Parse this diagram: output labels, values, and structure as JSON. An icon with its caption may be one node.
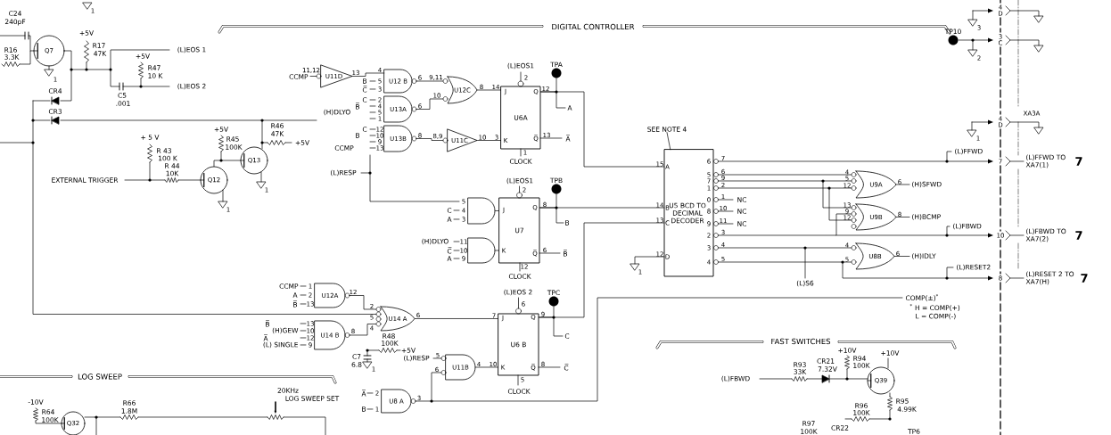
{
  "diagram": {
    "nodes": [
      {
        "text": [
          "Q7"
        ]
      },
      {
        "text": [
          "Q12"
        ]
      },
      {
        "text": [
          "Q13"
        ]
      },
      {
        "text": [
          "U11D"
        ]
      },
      {
        "text": [
          "U12 B"
        ]
      },
      {
        "text": [
          "U13A"
        ]
      },
      {
        "text": [
          "U13B"
        ]
      },
      {
        "text": [
          "U12C"
        ]
      },
      {
        "text": [
          "U11C"
        ]
      },
      {
        "text": [
          "U6A"
        ]
      },
      {
        "text": [
          "TPA"
        ]
      },
      {
        "text": [],
        "shape": "gate"
      },
      {
        "text": [],
        "shape": "gate"
      },
      {
        "text": [
          "U7"
        ]
      },
      {
        "text": [
          "TPB"
        ]
      },
      {
        "text": [
          "U5 BCD TO DECIMAL DECODER"
        ]
      },
      {
        "text": [
          "U12A"
        ]
      },
      {
        "text": [
          "U14 B"
        ]
      },
      {
        "text": [
          "U14 A"
        ]
      },
      {
        "text": [
          "U6 B"
        ]
      },
      {
        "text": [
          "TPC"
        ]
      },
      {
        "text": [
          "U11B"
        ]
      },
      {
        "text": [
          "U8 A"
        ]
      },
      {
        "text": [
          "U9A"
        ]
      },
      {
        "text": [
          "U9B"
        ]
      },
      {
        "text": [
          "U8B"
        ]
      },
      {
        "text": [
          "TP10"
        ]
      },
      {
        "text": [
          "Q39"
        ]
      },
      {
        "text": [
          "Q32"
        ]
      },
      {
        "text": [
          "SEE NOTE 4"
        ]
      }
    ],
    "edges": [
      {
        "from": 4,
        "to": 7,
        "arrow": "none"
      },
      {
        "from": 5,
        "to": 7,
        "arrow": "none"
      },
      {
        "from": 6,
        "to": 8,
        "arrow": "none"
      },
      {
        "from": 7,
        "to": 9,
        "arrow": "none"
      },
      {
        "from": 8,
        "to": 9,
        "arrow": "none"
      },
      {
        "from": 9,
        "to": 10,
        "arrow": "none"
      },
      {
        "from": 9,
        "to": 15,
        "arrow": "none"
      },
      {
        "from": 11,
        "to": 13,
        "arrow": "none"
      },
      {
        "from": 12,
        "to": 13,
        "arrow": "none"
      },
      {
        "from": 13,
        "to": 14,
        "arrow": "none"
      },
      {
        "from": 13,
        "to": 15,
        "arrow": "none"
      },
      {
        "from": 16,
        "to": 18,
        "arrow": "none"
      },
      {
        "from": 17,
        "to": 18,
        "arrow": "none"
      },
      {
        "from": 18,
        "to": 19,
        "arrow": "none"
      },
      {
        "from": 21,
        "to": 19,
        "arrow": "none"
      },
      {
        "from": 22,
        "to": 21,
        "arrow": "none"
      },
      {
        "from": 19,
        "to": 20,
        "arrow": "none"
      },
      {
        "from": 19,
        "to": 15,
        "arrow": "none"
      },
      {
        "from": 15,
        "to": 23,
        "arrow": "none"
      },
      {
        "from": 15,
        "to": 24,
        "arrow": "none"
      },
      {
        "from": 15,
        "to": 25,
        "arrow": "none"
      },
      {
        "from": 1,
        "to": 2,
        "arrow": "none"
      },
      {
        "from": 29,
        "to": 15,
        "arrow": "none"
      },
      {
        "from": 3,
        "to": 4,
        "arrow": "none"
      },
      {
        "from": 15,
        "to": 25,
        "arrow": "none"
      }
    ],
    "labels": [
      "C24",
      "240pF",
      "R16",
      "3.3K",
      "+5V",
      "R17",
      "47K",
      "(L)EOS 1",
      "+5V",
      "R47",
      "10 K",
      "(L)EOS 2",
      "C5",
      ".001",
      "CR4",
      "CR3",
      "+ 5 V",
      "R 43",
      "100 K",
      "R 44",
      "10K",
      "EXTERNAL TRIGGER",
      "+5V",
      "R45",
      "100K",
      "R46",
      "47K",
      "+5V",
      "DIGITAL CONTROLLER",
      "11,12",
      "13",
      "4",
      "CCMP",
      "6",
      "9,11",
      "B",
      "5",
      "8",
      "C̅",
      "3",
      "10",
      "C",
      "2",
      "B̅",
      "4",
      "6",
      "(H)DLYO",
      "5",
      "1",
      "C",
      "12",
      "B",
      "10",
      "8",
      "8,9",
      "10",
      "9",
      "CCMP",
      "13",
      "(L)RESP",
      "(L)EOS1",
      "2",
      "14",
      "12",
      "J",
      "Q",
      "A",
      "3",
      "13",
      "K",
      "Q̅",
      "A̅",
      "1",
      "CLOCK",
      "15",
      "A",
      "14",
      "B",
      "13",
      "C",
      "12",
      "D",
      "(L)EOS1",
      "2",
      "5",
      "8",
      "Q",
      "C",
      "4",
      "J",
      "A",
      "3",
      "B",
      "(H)DLYO",
      "11",
      "C̅",
      "10",
      "K",
      "6",
      "Q̅",
      "B̅",
      "A",
      "9",
      "12",
      "CLOCK",
      "CCMP",
      "1",
      "12",
      "A",
      "2",
      "B̅",
      "13",
      "2",
      "5",
      "6",
      "B̅",
      "13",
      "(H)GEW",
      "10",
      "8",
      "4",
      "R48",
      "A̅",
      "12",
      "100K",
      "(L) SINGLE",
      "9",
      "+5V",
      "C7",
      "6.8",
      "(L)EOS 2",
      "6",
      "7",
      "9",
      "J",
      "Q",
      "C",
      "10",
      "8",
      "K",
      "Q̅",
      "C̅",
      "5",
      "CLOCK",
      "(L)RESP",
      "5",
      "6",
      "4",
      "A̅",
      "2",
      "3",
      "B",
      "1",
      "LOG SWEEP",
      "20KHz",
      "-10V",
      "R66",
      "LOG SWEEP SET",
      "R64",
      "1.8M",
      "100K",
      "6",
      "7",
      "5",
      "6",
      "7",
      "9",
      "1",
      "2",
      "0",
      "1",
      "8",
      "10",
      "9",
      "11",
      "2",
      "3",
      "3",
      "4",
      "4",
      "5",
      "NC",
      "NC",
      "NC",
      "4",
      "5",
      "12",
      "6",
      "(H)SFWD",
      "13",
      "9",
      "12",
      "8",
      "(H)BCMP",
      "4",
      "5",
      "6",
      "(H)IDLY",
      "(L)FFWD",
      "(L)FBWD",
      "(L)RESET2",
      "(L)S6",
      "4",
      "D",
      "3",
      "C",
      "4",
      "XA3A",
      "D",
      "7",
      "(L)FFWD TO XA7(1)",
      "7",
      "10",
      "(L)FBWD TO XA7(2)",
      "7",
      "8",
      "(L)RESET 2 TO XA7(H)",
      "7",
      "COMP(±)$^{*}$",
      "$^{*}$ H = COMP(+)",
      "L = COMP(-)",
      "FAST SWITCHES",
      "+10V",
      "+10V",
      "R93",
      "CR21",
      "R94",
      "100K",
      "33K",
      "7.32V",
      "(L)FBWD",
      "R96",
      "R95",
      "100K",
      "4.99K",
      "R97",
      "100K",
      "CR22",
      "TP6",
      "1",
      "1",
      "1",
      "1",
      "1",
      "1",
      "3",
      "2",
      "1"
    ]
  }
}
